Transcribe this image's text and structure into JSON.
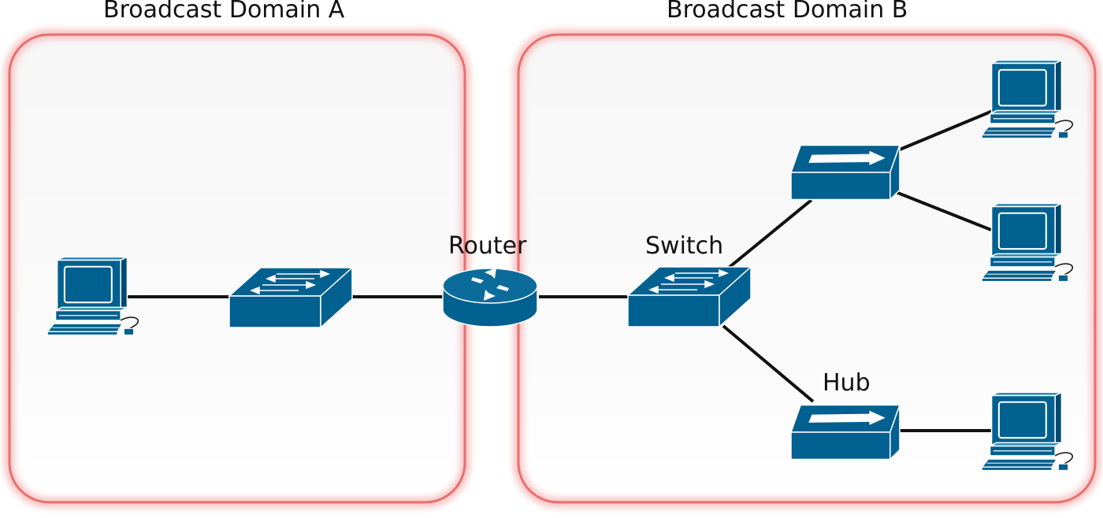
{
  "domains": [
    {
      "id": "a",
      "title": "Broadcast Domain A"
    },
    {
      "id": "b",
      "title": "Broadcast Domain B"
    }
  ],
  "devices": {
    "router": {
      "label": "Router"
    },
    "switch": {
      "label": "Switch"
    },
    "hub": {
      "label": "Hub"
    }
  },
  "colors": {
    "device_blue": "#00608f",
    "domain_border": "#f07f7f",
    "domain_fill": "#f2f2f2",
    "link": "#111111"
  },
  "icons": {
    "computer": "computer-icon",
    "switch": "switch-icon",
    "router": "router-icon",
    "hub": "hub-icon"
  }
}
